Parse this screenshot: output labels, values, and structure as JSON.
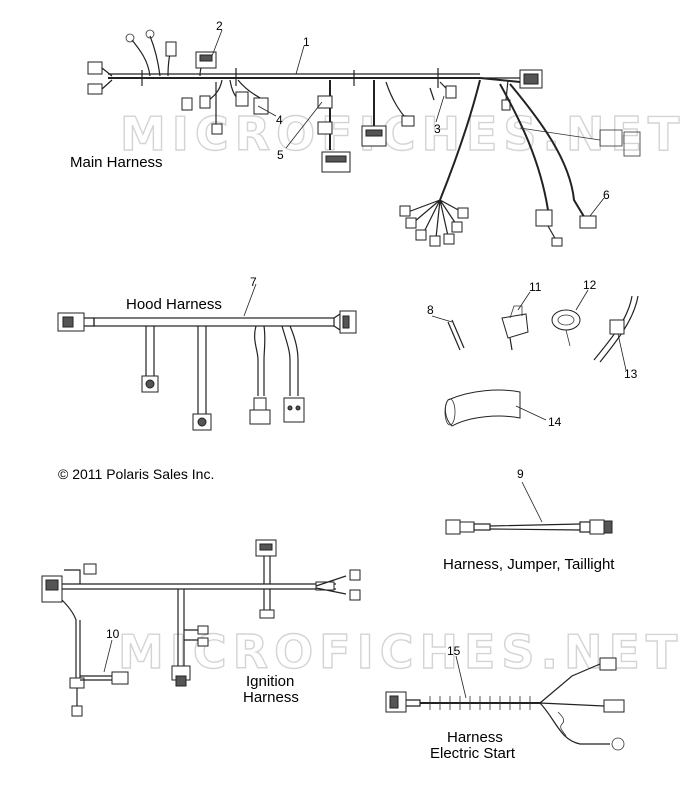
{
  "watermark": "MICROFICHES.NET",
  "copyright": "© 2011 Polaris Sales Inc.",
  "labels": {
    "main": "Main Harness",
    "hood": "Hood Harness",
    "jumper": "Harness, Jumper, Taillight",
    "ignition_1": "Ignition",
    "ignition_2": "Harness",
    "estart_1": "Harness",
    "estart_2": "Electric Start"
  },
  "callouts": {
    "c1": "1",
    "c2": "2",
    "c3": "3",
    "c4": "4",
    "c5": "5",
    "c6": "6",
    "c7": "7",
    "c8": "8",
    "c9": "9",
    "c10": "10",
    "c11": "11",
    "c12": "12",
    "c13": "13",
    "c14": "14",
    "c15": "15"
  }
}
